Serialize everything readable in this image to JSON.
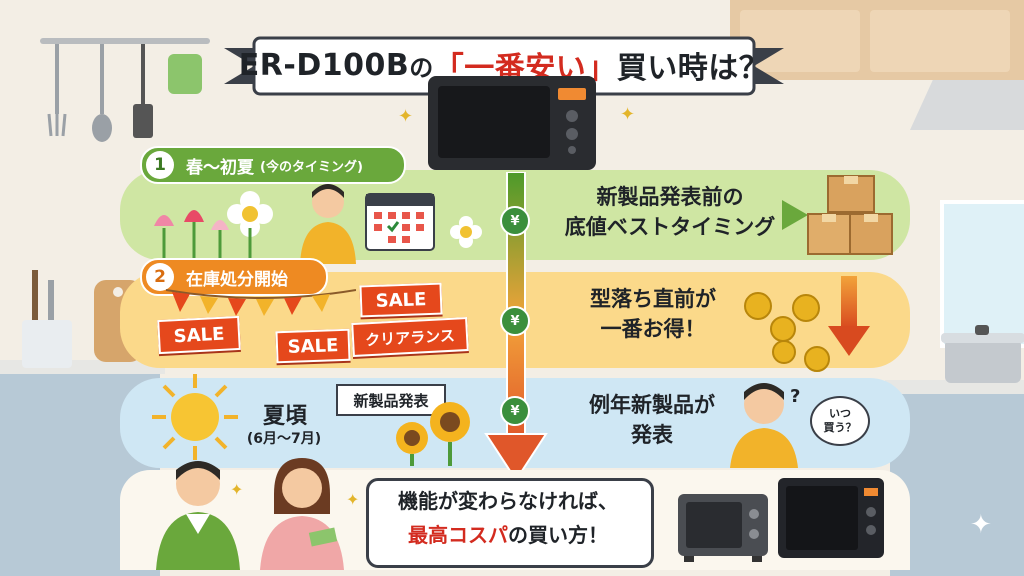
{
  "title": {
    "model": "ER-D100B",
    "particle": "の",
    "highlight": "「一番安い」",
    "suffix": "買い時は？"
  },
  "stages": [
    {
      "number": "1",
      "label": "春〜初夏",
      "sublabel": "(今のタイミング)",
      "message_line1": "新製品発表前の",
      "message_line2": "底値ベストタイミング",
      "color": "#cfe6a3"
    },
    {
      "number": "2",
      "label": "在庫処分開始",
      "message_line1": "型落ち直前が",
      "message_line2": "一番お得！",
      "color": "#fbd98a"
    },
    {
      "label": "夏頃",
      "sublabel": "(6月〜7月)",
      "tag": "新製品発表",
      "message_line1": "例年新製品が",
      "message_line2": "発表",
      "color": "#cfe7f4"
    }
  ],
  "sale_tags": [
    "SALE",
    "SALE",
    "SALE",
    "クリアランス"
  ],
  "coin_symbol": "¥",
  "speech_bubble": {
    "question": "?",
    "text": "いつ\n買う？"
  },
  "bottom_message": {
    "line1": "機能が変わらなければ、",
    "line2_highlight": "最高コスパ",
    "line2_suffix": "の買い方！"
  },
  "colors": {
    "accent_red": "#d32b1f",
    "arrow_green": "#4c9a2a",
    "arrow_orange": "#e0572a"
  }
}
